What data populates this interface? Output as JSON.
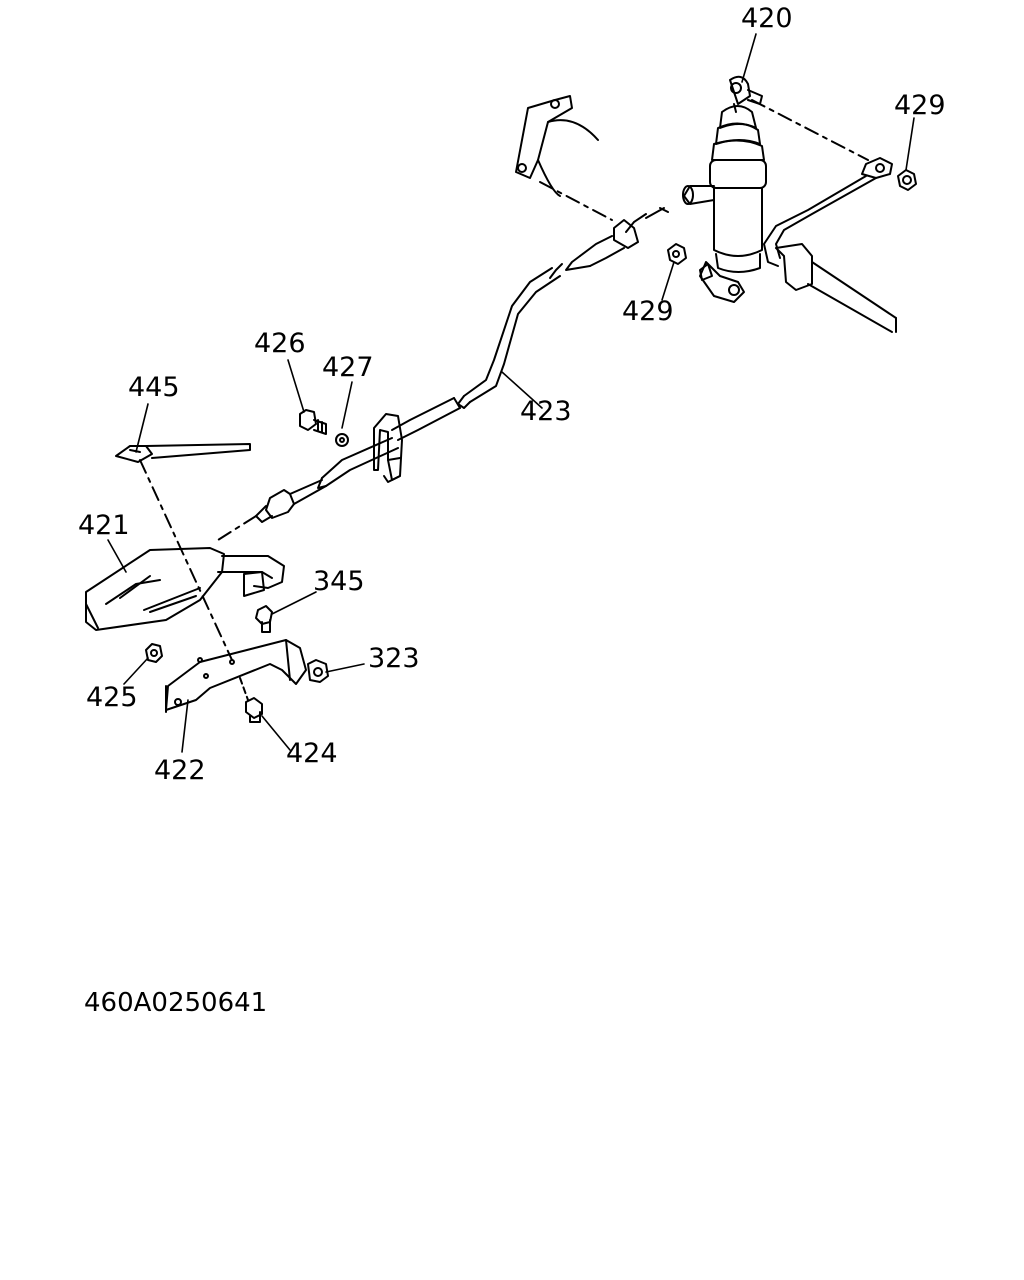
{
  "diagram": {
    "callouts": {
      "c420": "420",
      "c429_top": "429",
      "c429_mid": "429",
      "c426": "426",
      "c427": "427",
      "c423": "423",
      "c445": "445",
      "c421": "421",
      "c345": "345",
      "c323": "323",
      "c425": "425",
      "c424": "424",
      "c422": "422"
    },
    "drawing_code": "460A0250641",
    "colors": {
      "line": "#000000",
      "background": "#ffffff"
    }
  }
}
